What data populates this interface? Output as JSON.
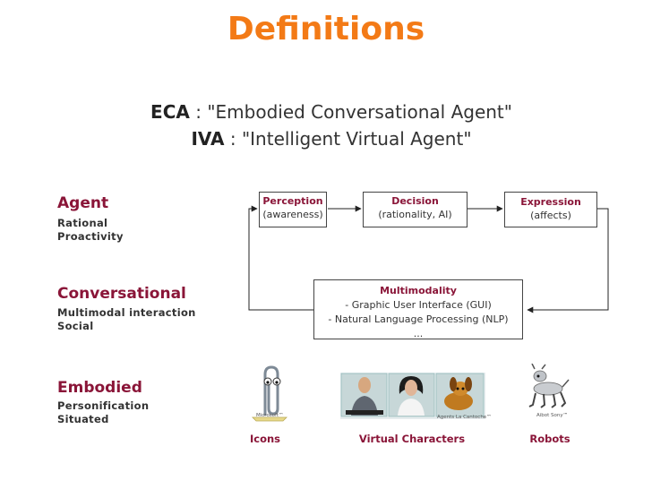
{
  "title": "Definitions",
  "acronyms": [
    {
      "abbr": "ECA",
      "text": ": \"Embodied Conversational Agent\""
    },
    {
      "abbr": "IVA",
      "text": ": \"Intelligent Virtual Agent\""
    }
  ],
  "sections": [
    {
      "heading": "Agent",
      "lines": [
        "Rational",
        "Proactivity"
      ]
    },
    {
      "heading": "Conversational",
      "lines": [
        "Multimodal interaction",
        "Social"
      ]
    },
    {
      "heading": "Embodied",
      "lines": [
        "Personification",
        "Situated"
      ]
    }
  ],
  "boxes": {
    "perception": {
      "title": "Perception",
      "sub": "(awareness)"
    },
    "decision": {
      "title": "Decision",
      "sub": "(rationality, AI)"
    },
    "expression": {
      "title": "Expression",
      "sub": "(affects)"
    },
    "multimodality": {
      "title": "Multimodality",
      "lines": [
        "- Graphic User Interface (GUI)",
        "- Natural Language Processing (NLP)",
        "..."
      ]
    }
  },
  "media": {
    "icons_label": "Icons",
    "icons_caption": "Microsoft™",
    "virtual_label": "Virtual Characters",
    "virtual_caption": "Agents La Cantoche™",
    "robots_label": "Robots",
    "robots_caption": "Aibot Sony™"
  },
  "colors": {
    "title": "#f37a16",
    "accent": "#8a1538"
  }
}
